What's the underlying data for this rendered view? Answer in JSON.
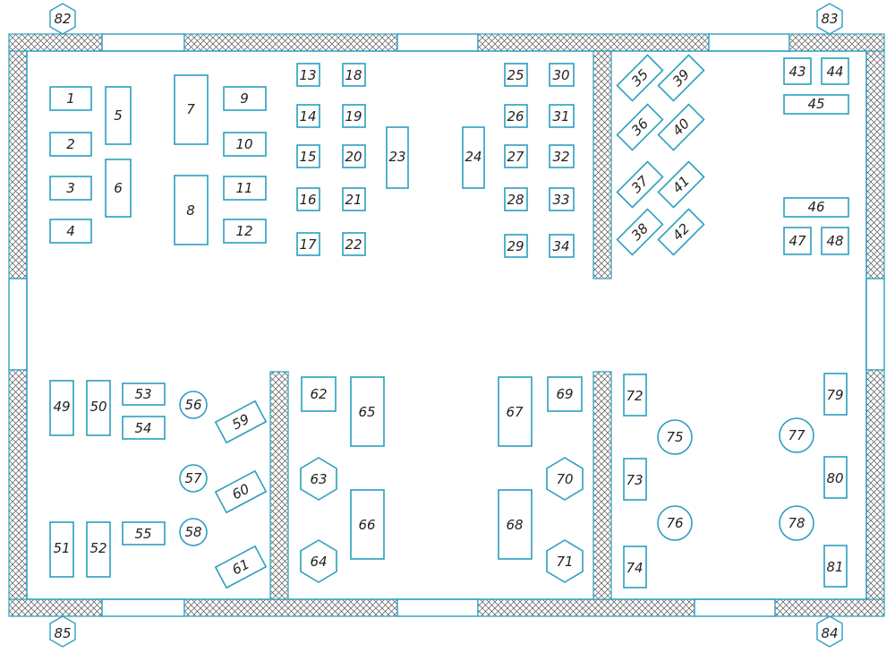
{
  "axis_markers": [
    "82",
    "83",
    "84",
    "85"
  ],
  "equipment": {
    "rect": [
      "1",
      "2",
      "3",
      "4",
      "5",
      "6",
      "7",
      "8",
      "9",
      "10",
      "11",
      "12",
      "13",
      "14",
      "15",
      "16",
      "17",
      "18",
      "19",
      "20",
      "21",
      "22",
      "23",
      "24",
      "25",
      "26",
      "27",
      "28",
      "29",
      "30",
      "31",
      "32",
      "33",
      "34",
      "43",
      "44",
      "45",
      "46",
      "47",
      "48",
      "49",
      "50",
      "51",
      "52",
      "53",
      "54",
      "55",
      "62",
      "65",
      "66",
      "67",
      "68",
      "69",
      "72",
      "73",
      "74",
      "79",
      "80",
      "81"
    ],
    "rotated": [
      "35",
      "36",
      "37",
      "38",
      "39",
      "40",
      "41",
      "42",
      "59",
      "60",
      "61"
    ],
    "circle": [
      "56",
      "57",
      "58",
      "75",
      "76",
      "77",
      "78"
    ],
    "hexagon": [
      "63",
      "64",
      "70",
      "71"
    ]
  }
}
